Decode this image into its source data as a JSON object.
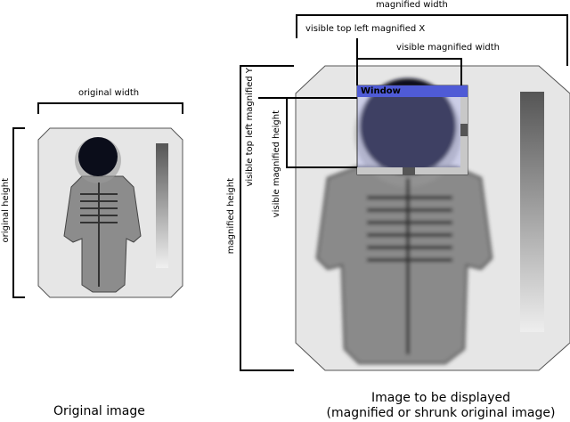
{
  "labels": {
    "original_width": "original width",
    "original_height": "original height",
    "magnified_width": "magnified width",
    "magnified_height": "magnified height",
    "visible_top_left_x": "visible top left magnified X",
    "visible_top_left_y": "visible top left magnified Y",
    "visible_magnified_width": "visible magnified width",
    "visible_magnified_height": "visible magnified height"
  },
  "window": {
    "title": "Window"
  },
  "captions": {
    "original": "Original image",
    "displayed_line1": "Image to be displayed",
    "displayed_line2": "(magnified or shrunk original image)"
  },
  "colors": {
    "window_title_bar": "#4f5bd6",
    "image_bg": "#e6e6e6",
    "figure_fill": "#8a8a8a",
    "skull": "#0b0d1a"
  }
}
